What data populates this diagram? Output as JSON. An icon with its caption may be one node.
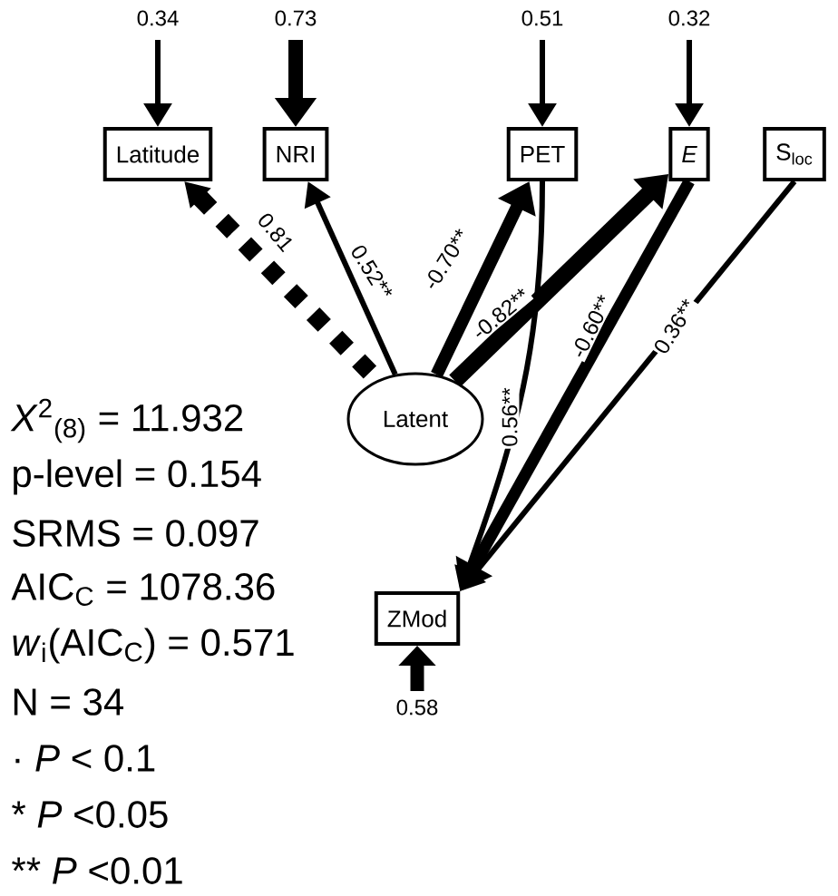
{
  "diagram": {
    "nodes": [
      {
        "text": [
          "Latitude"
        ]
      },
      {
        "text": [
          "NRI"
        ]
      },
      {
        "text": [
          "PET"
        ]
      },
      {
        "text": [
          "E"
        ]
      },
      {
        "text": [
          "S$_{loc}$"
        ]
      },
      {
        "text": [
          "Latent"
        ]
      },
      {
        "text": [
          "ZMod"
        ]
      }
    ],
    "edges": [
      {
        "from": null,
        "to": 0,
        "arrow": "to",
        "label": "0.34"
      },
      {
        "from": null,
        "to": 1,
        "arrow": "to",
        "label": "0.73",
        "style": "thick"
      },
      {
        "from": null,
        "to": 2,
        "arrow": "to",
        "label": "0.51"
      },
      {
        "from": null,
        "to": 3,
        "arrow": "to",
        "label": "0.32"
      },
      {
        "from": 5,
        "to": 0,
        "arrow": "to",
        "label": "0.81",
        "style": "dashed"
      },
      {
        "from": 5,
        "to": 1,
        "arrow": "to",
        "label": "0.52**"
      },
      {
        "from": 5,
        "to": 2,
        "arrow": "to",
        "label": "-0.70**",
        "style": "thick"
      },
      {
        "from": 5,
        "to": 3,
        "arrow": "to",
        "label": "-0.82**",
        "style": "thick"
      },
      {
        "from": 2,
        "to": 6,
        "arrow": "to",
        "label": "0.56**"
      },
      {
        "from": 3,
        "to": 6,
        "arrow": "to",
        "label": "-0.60**",
        "style": "thick"
      },
      {
        "from": 4,
        "to": 6,
        "arrow": "to",
        "label": "0.36**"
      },
      {
        "from": null,
        "to": 6,
        "arrow": "to",
        "label": "0.58",
        "style": "thick"
      }
    ],
    "labels": [
      "*X*$^{2}$$_{(8)}$ = 11.932",
      "p-level = 0.154",
      "SRMS = 0.097",
      "AIC$_{C}$ = 1078.36",
      "*w*$_{i}$(AIC$_{C}$) = 0.571",
      "N = 34",
      "· *P* < 0.1",
      "* *P* <0.05",
      "** *P* <0.01"
    ]
  }
}
